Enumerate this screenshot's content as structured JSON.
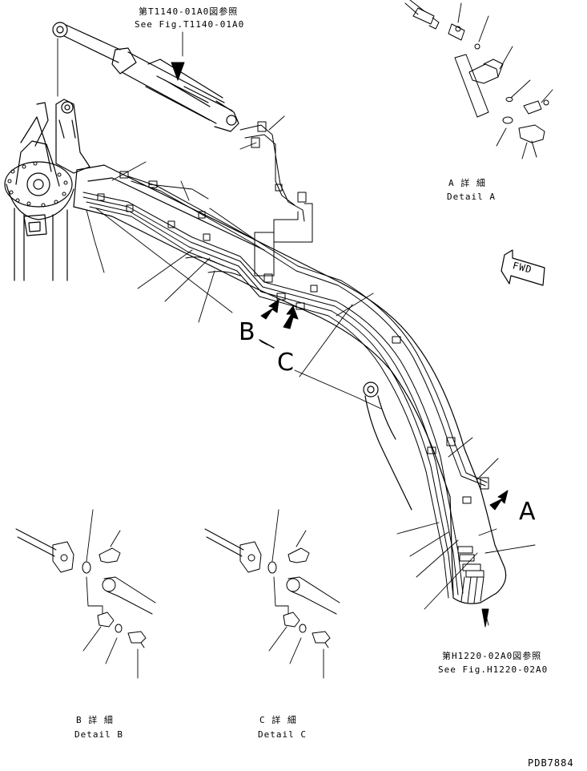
{
  "references": {
    "top_jp": "第T1140-01A0図参照",
    "top_en": "See Fig.T1140-01A0",
    "bottom_jp": "第H1220-02A0図参照",
    "bottom_en": "See Fig.H1220-02A0"
  },
  "details": {
    "a_jp": "A 詳 細",
    "a_en": "Detail A",
    "b_jp": "B 詳 細",
    "b_en": "Detail B",
    "c_jp": "C 詳 細",
    "c_en": "Detail C"
  },
  "callouts": {
    "a": "A",
    "b": "B",
    "c": "C"
  },
  "direction_label": "FWD",
  "drawing_number": "PDB7884"
}
